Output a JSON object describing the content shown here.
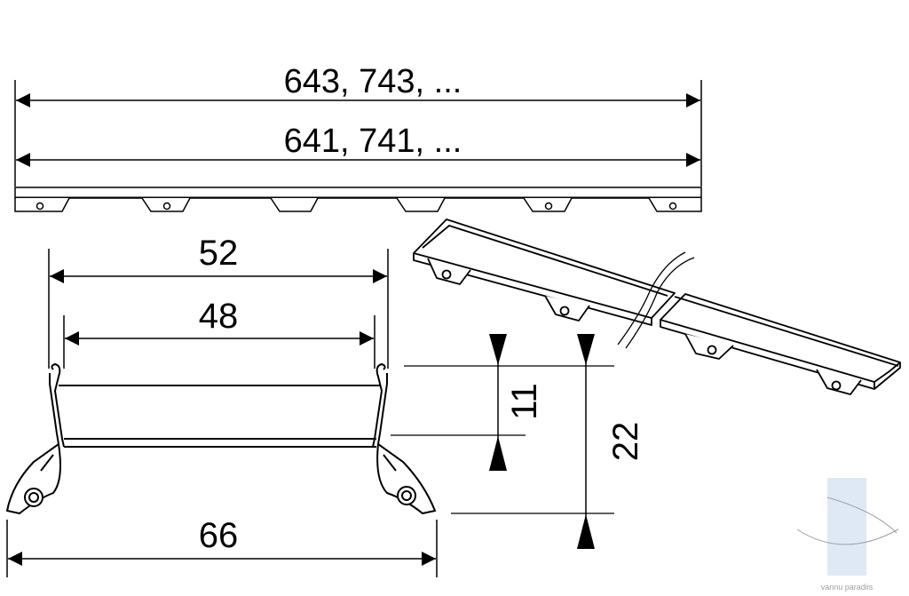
{
  "dimensions": {
    "total_length": "643, 743, ...",
    "inner_length": "641, 741, ...",
    "outer_width": "52",
    "inner_width": "48",
    "base_width": "66",
    "depth_small": "11",
    "depth_total": "22"
  },
  "watermark": {
    "text": "vannu paradiis"
  },
  "colors": {
    "line": "#000000",
    "background": "#ffffff",
    "watermark": "#9fb8d8"
  }
}
